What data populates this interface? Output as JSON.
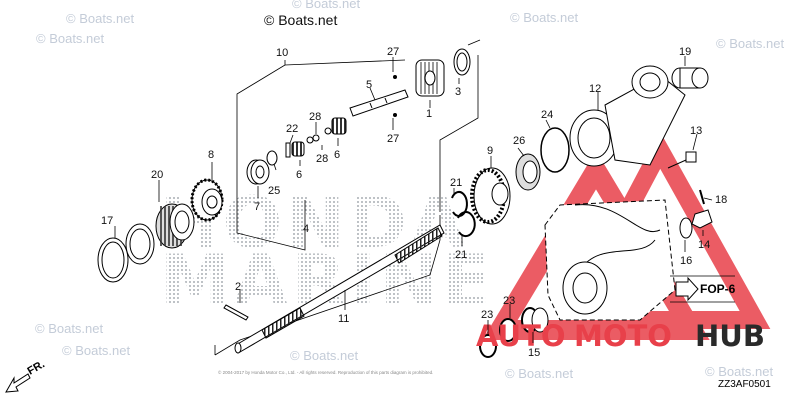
{
  "watermark": {
    "text": "© Boats.net",
    "main": "© Boats.net"
  },
  "brand_watermark": {
    "line1": "HONDA",
    "line2": "MARINE"
  },
  "callouts": {
    "1": "1",
    "2": "2",
    "3": "3",
    "4": "4",
    "5": "5",
    "6": "6",
    "7": "7",
    "8": "8",
    "9": "9",
    "10": "10",
    "11": "11",
    "12": "12",
    "13": "13",
    "14": "14",
    "15": "15",
    "16": "16",
    "17": "17",
    "18": "18",
    "19": "19",
    "20": "20",
    "21": "21",
    "22": "22",
    "23": "23",
    "24": "24",
    "25": "25",
    "26": "26",
    "27": "27",
    "28": "28"
  },
  "reference": {
    "fop": "FOP-6",
    "direction": "FR.",
    "diagram_code": "ZZ3AF0501"
  },
  "footer_text": "© 2004-2017 by Honda Motor Co., Ltd. - All rights reserved. Reproduction of this parts diagram is prohibited.",
  "logo": {
    "auto": "AUTO",
    "moto": "MOTO",
    "hub": "HUB",
    "colors": {
      "red": "#e8404a",
      "dark": "#2a2a2a"
    }
  }
}
